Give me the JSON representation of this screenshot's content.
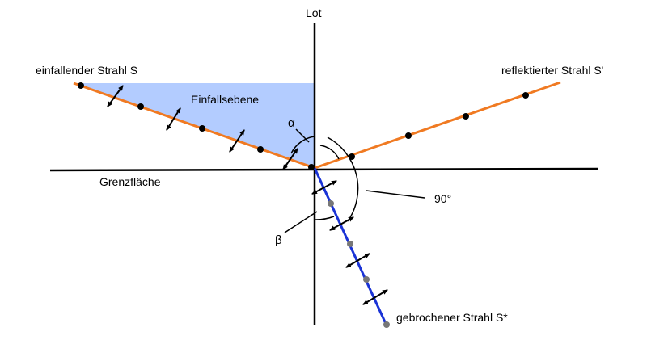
{
  "labels": {
    "normal": "Lot",
    "incident_ray": "einfallender Strahl S",
    "reflected_ray": "reflektierter Strahl S'",
    "plane_of_incidence": "Einfallsebene",
    "interface": "Grenzfläche",
    "refracted_ray": "gebrochener Strahl S*",
    "angle_incidence": "α",
    "angle_refraction": "β",
    "angle_right": "90°"
  },
  "colors": {
    "incident_reflected": "#f07a22",
    "refracted": "#1a33d6",
    "plane_fill": "#b3ccff",
    "lines": "#000000",
    "dot_black": "#000000",
    "dot_grey": "#777777"
  }
}
